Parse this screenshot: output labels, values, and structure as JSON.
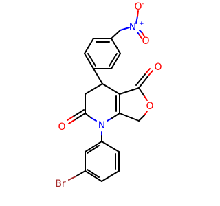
{
  "atoms": {
    "nitro_n": {
      "label": "N",
      "charge": "+",
      "color": "#0000ff"
    },
    "nitro_o1": {
      "label": "O",
      "charge": "-",
      "color": "#ff0000"
    },
    "nitro_o2": {
      "label": "O",
      "color": "#ff0000"
    },
    "ketone_o": {
      "label": "O",
      "color": "#ff0000"
    },
    "ring_o": {
      "label": "O",
      "color": "#ff0000"
    },
    "amide_o": {
      "label": "O",
      "color": "#ff0000"
    },
    "amide_n": {
      "label": "N",
      "color": "#0000ff"
    },
    "bromine": {
      "label": "Br",
      "color": "#a52a2a"
    }
  }
}
